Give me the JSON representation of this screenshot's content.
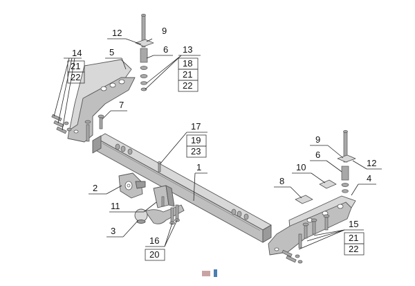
{
  "labels": {
    "l14": "14",
    "l21a": "21",
    "l22a": "22",
    "l5": "5",
    "l12a": "12",
    "l9a": "9",
    "l6a": "6",
    "l13": "13",
    "l18": "18",
    "l21b": "21",
    "l22b": "22",
    "l7": "7",
    "l17": "17",
    "l19": "19",
    "l23": "23",
    "l1": "1",
    "l2": "2",
    "l11": "11",
    "l3": "3",
    "l16": "16",
    "l20": "20",
    "l9b": "9",
    "l6b": "6",
    "l12b": "12",
    "l10": "10",
    "l8": "8",
    "l4": "4",
    "l15": "15",
    "l21c": "21",
    "l22c": "22"
  },
  "colors": {
    "part": "#bfbfbf",
    "outline": "#555555",
    "pager_a": "#c9a3a3",
    "pager_b": "#4a7fb0"
  }
}
